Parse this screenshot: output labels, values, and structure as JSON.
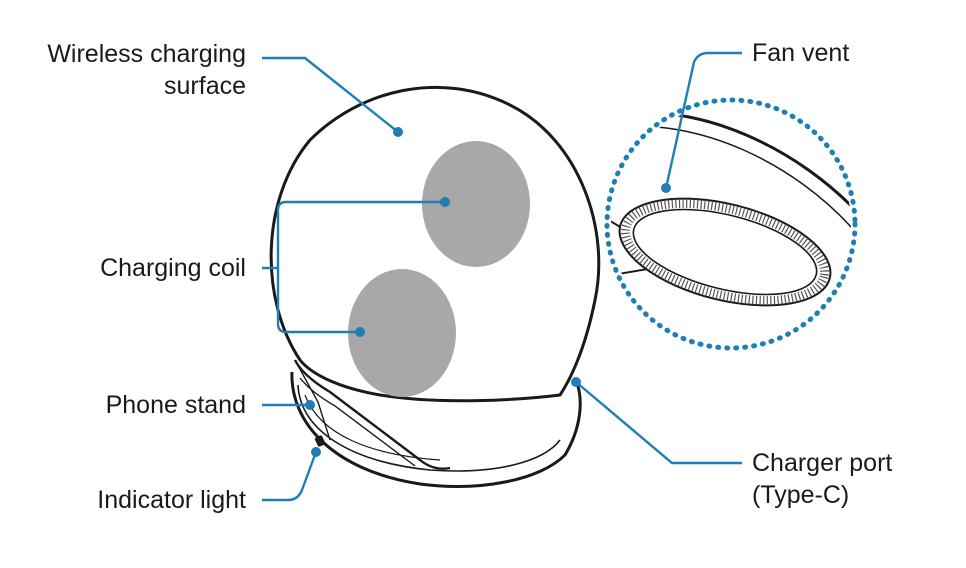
{
  "colors": {
    "leader_line": "#1f7fb4",
    "outline": "#1a1a1a",
    "coil_fill": "#a8a8a8",
    "background": "#ffffff",
    "label_text": "#1a1a1a"
  },
  "labels": {
    "wireless_surface_line1": "Wireless charging",
    "wireless_surface_line2": "surface",
    "charging_coil": "Charging coil",
    "phone_stand": "Phone stand",
    "indicator_light": "Indicator light",
    "fan_vent": "Fan vent",
    "charger_port_line1": "Charger port",
    "charger_port_line2": "(Type-C)"
  }
}
